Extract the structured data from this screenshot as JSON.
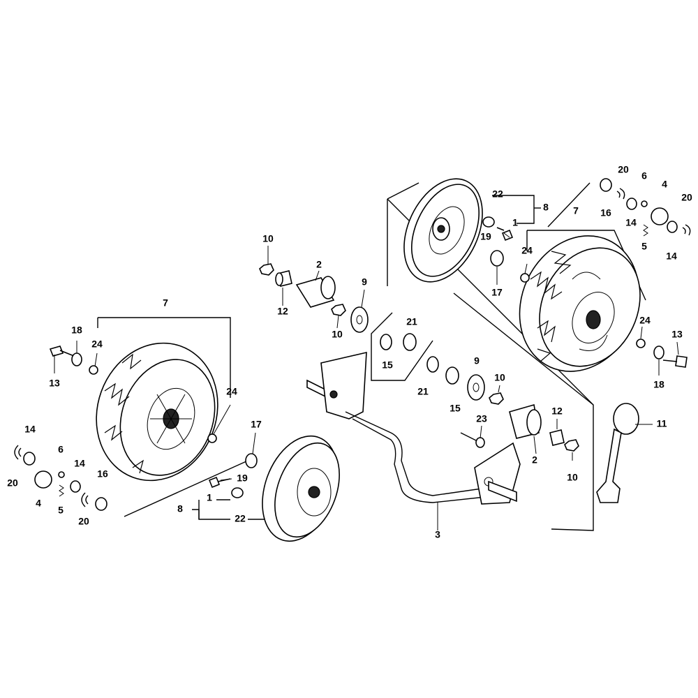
{
  "callouts": {
    "c1a": "1",
    "c1b": "1",
    "c2a": "2",
    "c2b": "2",
    "c3": "3",
    "c4a": "4",
    "c4b": "4",
    "c5a": "5",
    "c5b": "5",
    "c6a": "6",
    "c6b": "6",
    "c7a": "7",
    "c7b": "7",
    "c8a": "8",
    "c8b": "8",
    "c9a": "9",
    "c9b": "9",
    "c10a": "10",
    "c10b": "10",
    "c10c": "10",
    "c10d": "10",
    "c11": "11",
    "c12a": "12",
    "c12b": "12",
    "c13a": "13",
    "c13b": "13",
    "c14a": "14",
    "c14b": "14",
    "c14c": "14",
    "c14d": "14",
    "c15a": "15",
    "c15b": "15",
    "c16a": "16",
    "c16b": "16",
    "c17a": "17",
    "c17b": "17",
    "c18a": "18",
    "c18b": "18",
    "c19a": "19",
    "c19b": "19",
    "c20a": "20",
    "c20b": "20",
    "c20c": "20",
    "c20d": "20",
    "c21a": "21",
    "c21b": "21",
    "c22a": "22",
    "c22b": "22",
    "c23": "23",
    "c24a": "24",
    "c24b": "24",
    "c24c": "24",
    "c24d": "24"
  },
  "colors": {
    "line": "#000000",
    "background": "#ffffff"
  }
}
